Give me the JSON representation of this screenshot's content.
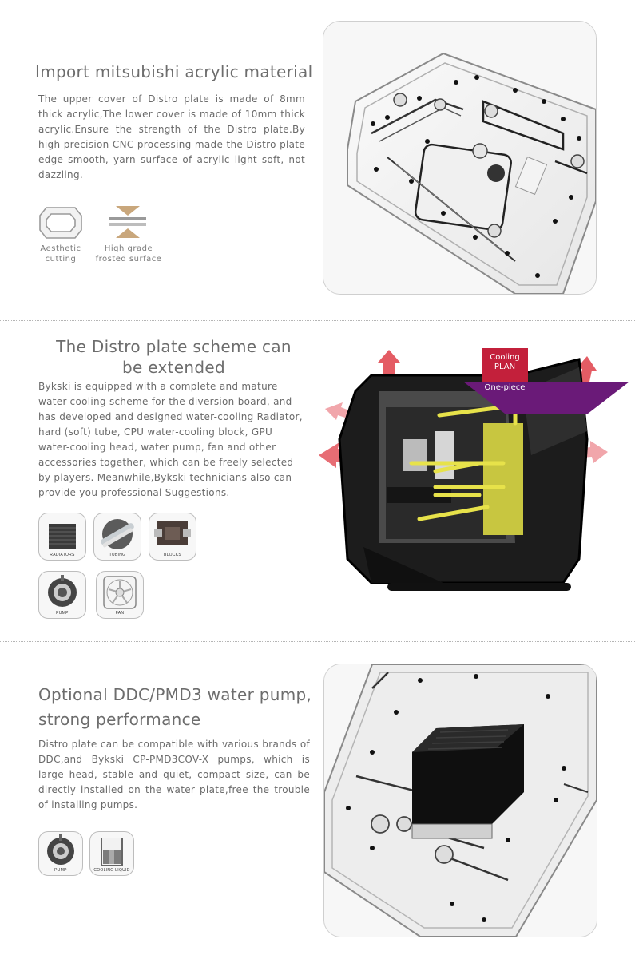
{
  "section1": {
    "title": "Import mitsubishi acrylic material",
    "body": "The upper cover of Distro plate is made of 8mm thick acrylic,The lower cover is made of 10mm thick acrylic.Ensure the strength of the Distro plate.By high precision CNC processing made the Distro plate edge smooth, yarn surface of acrylic light soft, not dazzling.",
    "features": [
      {
        "icon": "hexagon-icon",
        "label_line1": "Aesthetic",
        "label_line2": "cutting"
      },
      {
        "icon": "frosted-layers-icon",
        "label_line1": "High grade",
        "label_line2": "frosted surface"
      }
    ],
    "photo": "distro-plate-photo"
  },
  "section2": {
    "title_line1": "The Distro plate scheme can",
    "title_line2": "be extended",
    "body": "Bykski is equipped with a complete and mature water-cooling scheme for the diversion board, and has developed and designed water-cooling Radiator, hard (soft) tube, CPU water-cooling block, GPU water-cooling head, water pump, fan and other accessories together, which can be freely selected by players. Meanwhile,Bykski technicians also can provide you professional Suggestions.",
    "components": [
      {
        "icon": "radiator-icon",
        "label": "RADIATORS"
      },
      {
        "icon": "tubing-icon",
        "label": "TUBING"
      },
      {
        "icon": "blocks-icon",
        "label": "BLOCKS"
      },
      {
        "icon": "pump-icon",
        "label": "PUMP"
      },
      {
        "icon": "fan-icon",
        "label": "FAN"
      }
    ],
    "badge": {
      "line1": "Cooling",
      "line2": "PLAN",
      "line3": "One-piece"
    },
    "colors": {
      "badge_red": "#c3203b",
      "badge_purple": "#6a1a78",
      "arrow_red": "#e0404a",
      "tube_yellow": "#e7e24a"
    }
  },
  "section3": {
    "title_line1": "Optional DDC/PMD3 water pump,",
    "title_line2": "strong performance",
    "body": "Distro plate can be compatible with various brands of DDC,and Bykski CP-PMD3COV-X pumps, which is large head, stable and quiet, compact size, can be directly installed on the water plate,free the trouble of installing pumps.",
    "components": [
      {
        "icon": "pump-icon",
        "label": "PUMP"
      },
      {
        "icon": "cooling-liquid-icon",
        "label": "COOLING LIQUID"
      }
    ]
  }
}
